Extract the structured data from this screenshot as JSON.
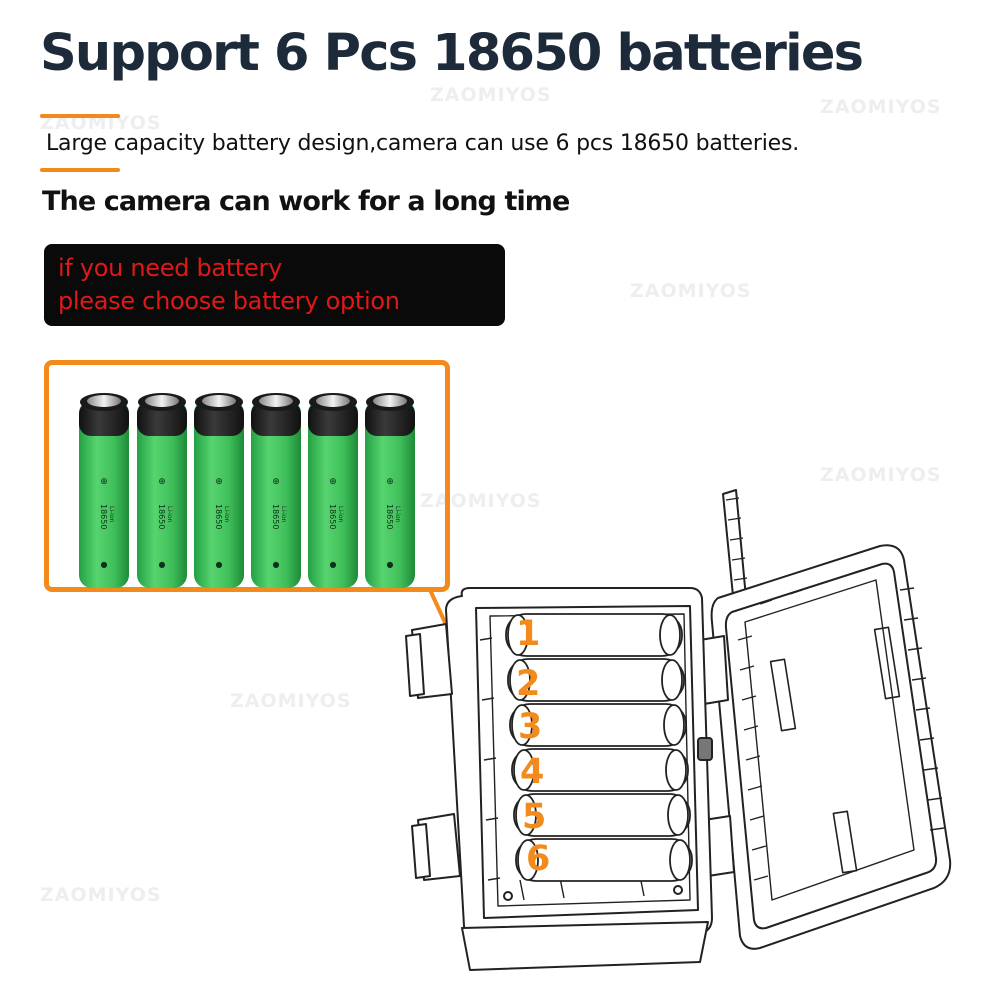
{
  "header": {
    "title": "Support 6 Pcs 18650 batteries",
    "subtitle": "Large capacity battery design,camera can use 6 pcs 18650 batteries.",
    "tagline": "The camera can work for a long time"
  },
  "notice": {
    "line1": "if you need battery",
    "line2": "please choose battery option"
  },
  "battery_label": "18650",
  "battery_sublabel": "Li-ion",
  "slot_numbers": [
    "1",
    "2",
    "3",
    "4",
    "5",
    "6"
  ],
  "watermark": "ZAOMIYOS",
  "colors": {
    "accent": "#f08a1d",
    "title": "#1c2a3a",
    "notice_bg": "#0a0a0a",
    "notice_text": "#e01818",
    "battery_green": "#3fbf5a"
  }
}
